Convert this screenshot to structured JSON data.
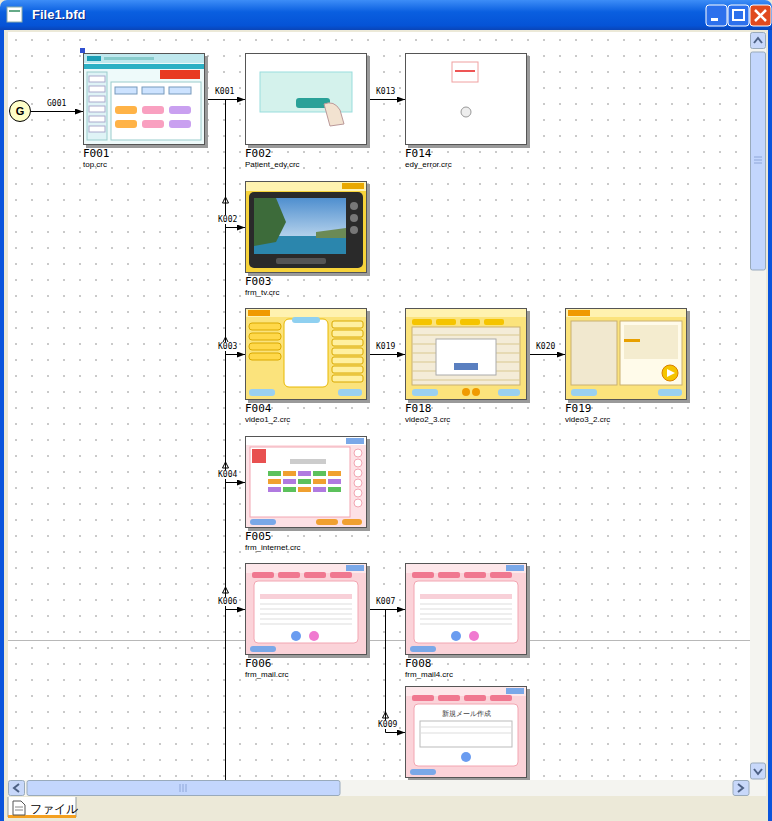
{
  "diagram": {
    "title": "File1.bfd",
    "nodes": [
      {
        "text": [
          "G"
        ]
      },
      {
        "text": [
          "F001",
          "top.crc"
        ]
      },
      {
        "text": [
          "F002",
          "Patient_edy.crc"
        ]
      },
      {
        "text": [
          "F014",
          "edy_error.crc"
        ]
      },
      {
        "text": [
          "F003",
          "frm_tv.crc"
        ]
      },
      {
        "text": [
          "F004",
          "video1_2.crc"
        ]
      },
      {
        "text": [
          "F018",
          "video2_3.crc"
        ]
      },
      {
        "text": [
          "F019",
          "video3_2.crc"
        ]
      },
      {
        "text": [
          "F005",
          "frm_internet.crc"
        ]
      },
      {
        "text": [
          "F006",
          "frm_mail.crc"
        ]
      },
      {
        "text": [
          "F008",
          "frm_mail4.crc"
        ]
      },
      {
        "text": [
          "新規メール作成"
        ]
      }
    ],
    "edges": [
      {
        "from": 0,
        "to": 1,
        "arrow": "to",
        "label": "G001"
      },
      {
        "from": 1,
        "to": 2,
        "arrow": "to",
        "label": "K001"
      },
      {
        "from": 2,
        "to": 3,
        "arrow": "to",
        "label": "K013"
      },
      {
        "from": 1,
        "to": 4,
        "arrow": "to",
        "label": "K002"
      },
      {
        "from": 1,
        "to": 5,
        "arrow": "to",
        "label": "K003"
      },
      {
        "from": 5,
        "to": 6,
        "arrow": "to",
        "label": "K019"
      },
      {
        "from": 6,
        "to": 7,
        "arrow": "to",
        "label": "K020"
      },
      {
        "from": 1,
        "to": 8,
        "arrow": "to",
        "label": "K004"
      },
      {
        "from": 1,
        "to": 9,
        "arrow": "to",
        "label": "K006"
      },
      {
        "from": 9,
        "to": 10,
        "arrow": "to",
        "label": "K007"
      },
      {
        "from": 9,
        "to": 11,
        "arrow": "to",
        "label": "K009"
      }
    ],
    "labels": [
      "ファイル"
    ]
  }
}
